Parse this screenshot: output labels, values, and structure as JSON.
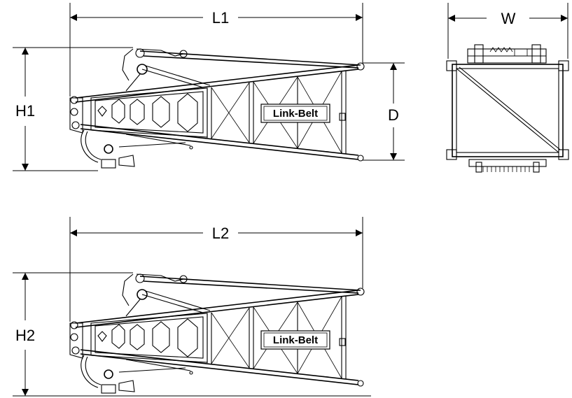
{
  "labels": {
    "l1": "L1",
    "l2": "L2",
    "w": "W",
    "h1": "H1",
    "h2": "H2",
    "d": "D"
  },
  "logo": "Link-Belt",
  "colors": {
    "line": "#000000",
    "background": "#ffffff"
  }
}
